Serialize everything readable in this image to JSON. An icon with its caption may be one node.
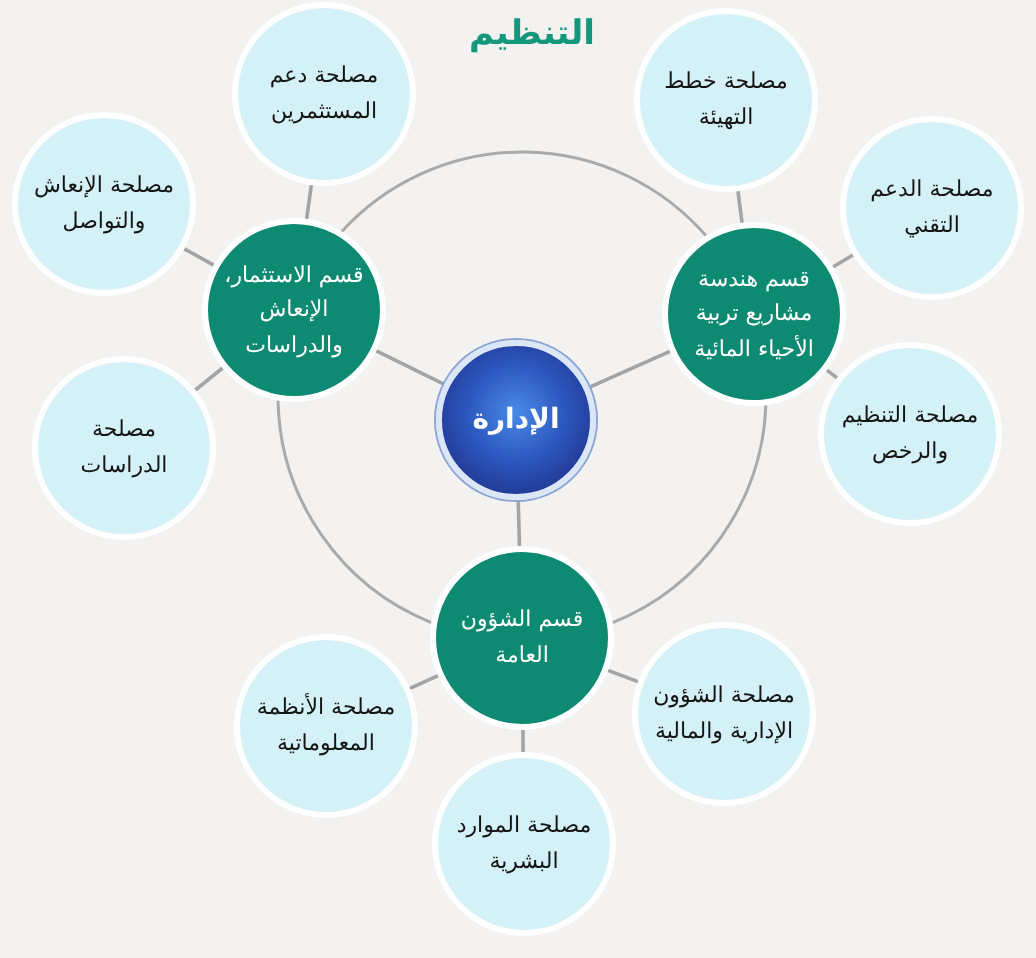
{
  "diagram": {
    "title": "التنظيم",
    "nodes": [
      {
        "text": [
          "الإدارة"
        ]
      },
      {
        "text": [
          "قسم الاستثمار، الإنعاش والدراسات"
        ]
      },
      {
        "text": [
          "قسم هندسة مشاريع تربية الأحياء المائية"
        ]
      },
      {
        "text": [
          "قسم الشؤون العامة"
        ]
      },
      {
        "text": [
          "مصلحة دعم المستثمرين"
        ]
      },
      {
        "text": [
          "مصلحة الإنعاش والتواصل"
        ]
      },
      {
        "text": [
          "مصلحة الدراسات"
        ]
      },
      {
        "text": [
          "مصلحة خطط التهيئة"
        ]
      },
      {
        "text": [
          "مصلحة الدعم التقني"
        ]
      },
      {
        "text": [
          "مصلحة التنظيم والرخص"
        ]
      },
      {
        "text": [
          "مصلحة الأنظمة المعلوماتية"
        ]
      },
      {
        "text": [
          "مصلحة الموارد البشرية"
        ]
      },
      {
        "text": [
          "مصلحة الشؤون الإدارية والمالية"
        ]
      }
    ],
    "edges": [
      {
        "from": 0,
        "to": 1,
        "arrow": "none"
      },
      {
        "from": 0,
        "to": 2,
        "arrow": "none"
      },
      {
        "from": 0,
        "to": 3,
        "arrow": "none"
      },
      {
        "from": 1,
        "to": 4,
        "arrow": "none"
      },
      {
        "from": 1,
        "to": 5,
        "arrow": "none"
      },
      {
        "from": 1,
        "to": 6,
        "arrow": "none"
      },
      {
        "from": 2,
        "to": 7,
        "arrow": "none"
      },
      {
        "from": 2,
        "to": 8,
        "arrow": "none"
      },
      {
        "from": 2,
        "to": 9,
        "arrow": "none"
      },
      {
        "from": 3,
        "to": 10,
        "arrow": "none"
      },
      {
        "from": 3,
        "to": 11,
        "arrow": "none"
      },
      {
        "from": 3,
        "to": 12,
        "arrow": "none"
      },
      {
        "from": 1,
        "to": 2,
        "arrow": "none"
      },
      {
        "from": 2,
        "to": 3,
        "arrow": "none"
      },
      {
        "from": 3,
        "to": 1,
        "arrow": "none"
      }
    ]
  }
}
